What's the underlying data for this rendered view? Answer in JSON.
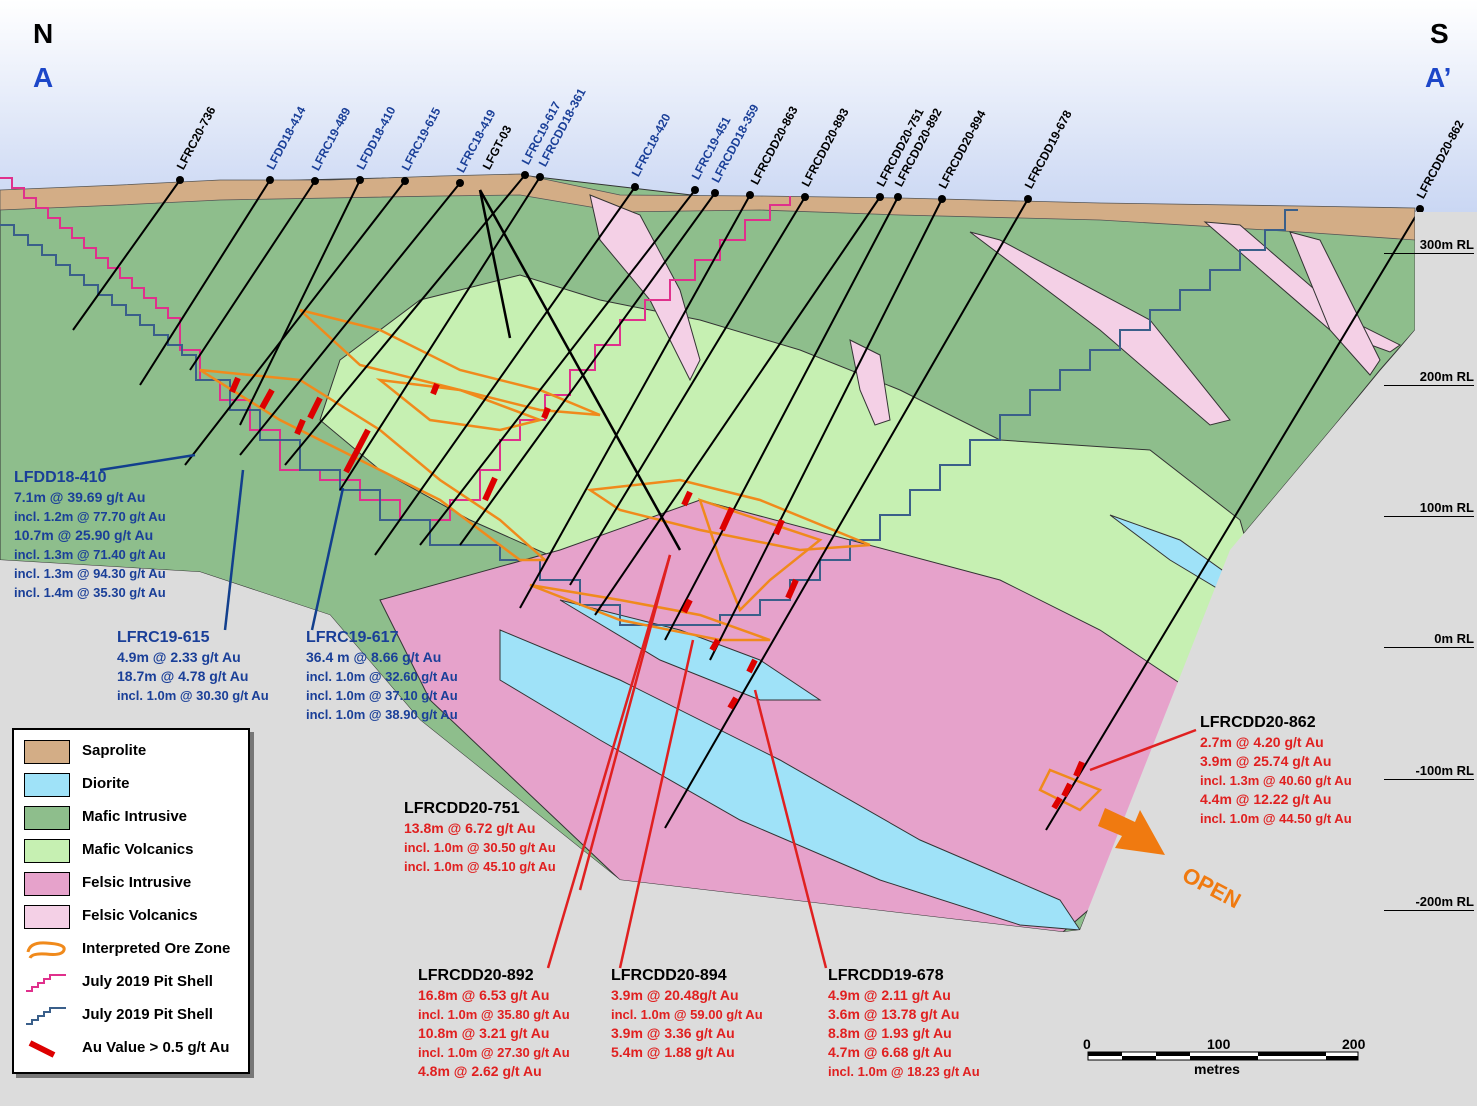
{
  "compass": {
    "left": "N",
    "right": "S"
  },
  "section": {
    "left": "A",
    "right": "A’"
  },
  "rl_labels": [
    "300m RL",
    "200m RL",
    "100m RL",
    "0m RL",
    "-100m RL",
    "-200m RL"
  ],
  "hole_labels": {
    "LFRC20_736": "LFRC20-736",
    "LFDD18_414": "LFDD18-414",
    "LFRC19_489": "LFRC19-489",
    "LFDD18_410": "LFDD18-410",
    "LFRC19_615": "LFRC19-615",
    "LFRC18_419": "LFRC18-419",
    "LFGT_03": "LFGT-03",
    "LFRC19_617": "LFRC19-617",
    "LFRCDD18_361": "LFRCDD18-361",
    "LFRC18_420": "LFRC18-420",
    "LFRC19_451": "LFRC19-451",
    "LFRCDD18_359": "LFRCDD18-359",
    "LFRCDD20_863": "LFRCDD20-863",
    "LFRCDD20_893": "LFRCDD20-893",
    "LFRCDD20_751": "LFRCDD20-751",
    "LFRCDD20_892": "LFRCDD20-892",
    "LFRCDD20_894": "LFRCDD20-894",
    "LFRCDD19_678": "LFRCDD19-678",
    "LFRCDD20_862": "LFRCDD20-862"
  },
  "intercepts": {
    "lfdd18_410": {
      "title": "LFDD18-410",
      "lines": [
        "7.1m @ 39.69 g/t Au",
        "incl. 1.2m @ 77.70 g/t Au",
        "10.7m @ 25.90 g/t Au",
        "incl. 1.3m @ 71.40 g/t Au",
        "incl. 1.3m @ 94.30 g/t Au",
        "incl. 1.4m @ 35.30 g/t Au"
      ]
    },
    "lfrc19_615": {
      "title": "LFRC19-615",
      "lines": [
        "4.9m @ 2.33 g/t Au",
        "18.7m @ 4.78 g/t Au",
        "incl. 1.0m @ 30.30 g/t Au"
      ]
    },
    "lfrc19_617": {
      "title": "LFRC19-617",
      "lines": [
        "36.4 m @ 8.66 g/t Au",
        "incl. 1.0m @ 32.60 g/t Au",
        "incl. 1.0m @ 37.10 g/t Au",
        "incl. 1.0m @ 38.90 g/t Au"
      ]
    },
    "lfrcdd20_751": {
      "title": "LFRCDD20-751",
      "lines": [
        "13.8m @ 6.72 g/t Au",
        "incl. 1.0m @ 30.50 g/t Au",
        "incl. 1.0m @ 45.10 g/t Au"
      ]
    },
    "lfrcdd20_862": {
      "title": "LFRCDD20-862",
      "lines": [
        "2.7m @ 4.20 g/t Au",
        "3.9m @ 25.74 g/t Au",
        "incl. 1.3m @ 40.60 g/t Au",
        "4.4m @ 12.22 g/t Au",
        "incl. 1.0m @ 44.50 g/t Au"
      ]
    },
    "lfrcdd20_892": {
      "title": "LFRCDD20-892",
      "lines": [
        "16.8m @ 6.53 g/t Au",
        "incl. 1.0m @ 35.80 g/t Au",
        "10.8m @ 3.21 g/t Au",
        "incl. 1.0m @ 27.30 g/t Au",
        "4.8m @ 2.62 g/t Au"
      ]
    },
    "lfrcdd20_894": {
      "title": "LFRCDD20-894",
      "lines": [
        "3.9m @ 20.48g/t Au",
        "incl. 1.0m @ 59.00 g/t Au",
        "3.9m @ 3.36 g/t Au",
        "5.4m @ 1.88 g/t Au"
      ]
    },
    "lfrcdd19_678": {
      "title": "LFRCDD19-678",
      "lines": [
        "4.9m @ 2.11 g/t Au",
        "3.6m @ 13.78 g/t Au",
        "8.8m @ 1.93 g/t Au",
        "4.7m @ 6.68 g/t Au",
        "incl. 1.0m @ 18.23 g/t Au"
      ]
    }
  },
  "legend": [
    {
      "label": "Saprolite",
      "icon": "swatch",
      "color": "#d3ad86"
    },
    {
      "label": "Diorite",
      "icon": "swatch",
      "color": "#9fe2f8"
    },
    {
      "label": "Mafic Intrusive",
      "icon": "swatch",
      "color": "#8ebe8c"
    },
    {
      "label": "Mafic Volcanics",
      "icon": "swatch",
      "color": "#c6f0b2"
    },
    {
      "label": "Felsic Intrusive",
      "icon": "swatch",
      "color": "#e6a2cb"
    },
    {
      "label": "Felsic Volcanics",
      "icon": "swatch",
      "color": "#f4d0e6"
    },
    {
      "label": "Interpreted Ore Zone",
      "icon": "ore-zone-outline",
      "color": "#f08a1c"
    },
    {
      "label": "July 2019 Pit Shell",
      "icon": "pit-shell-step-line",
      "color": "#e0308c"
    },
    {
      "label": "July 2019 Pit Shell",
      "icon": "pit-shell-step-line",
      "color": "#3a5f8a"
    },
    {
      "label": "Au Value > 0.5 g/t Au",
      "icon": "au-value-bar",
      "color": "#dd0000"
    }
  ],
  "scale": {
    "ticks": [
      "0",
      "100",
      "200"
    ],
    "unit": "metres"
  },
  "open_label": "OPEN",
  "colors": {
    "section_label": "#1c46c8",
    "intercept_red": "#e02020",
    "hole_blue": "#1a3f98",
    "open_arrow": "#f07a10"
  }
}
